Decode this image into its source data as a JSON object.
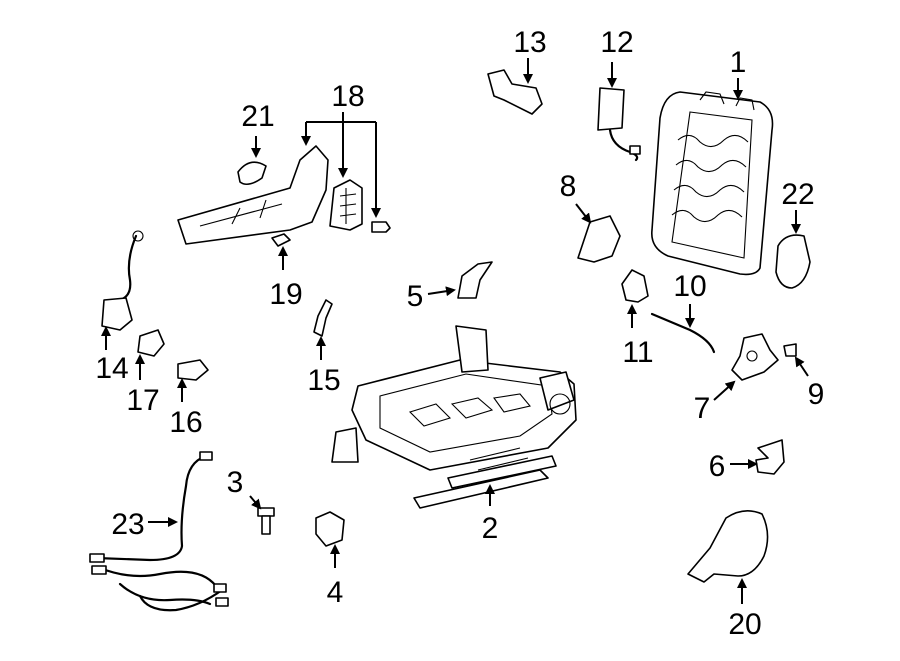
{
  "diagram": {
    "callouts": [
      "1",
      "2",
      "3",
      "4",
      "5",
      "6",
      "7",
      "8",
      "9",
      "10",
      "11",
      "12",
      "13",
      "14",
      "15",
      "16",
      "17",
      "18",
      "19",
      "20",
      "21",
      "22",
      "23"
    ]
  }
}
